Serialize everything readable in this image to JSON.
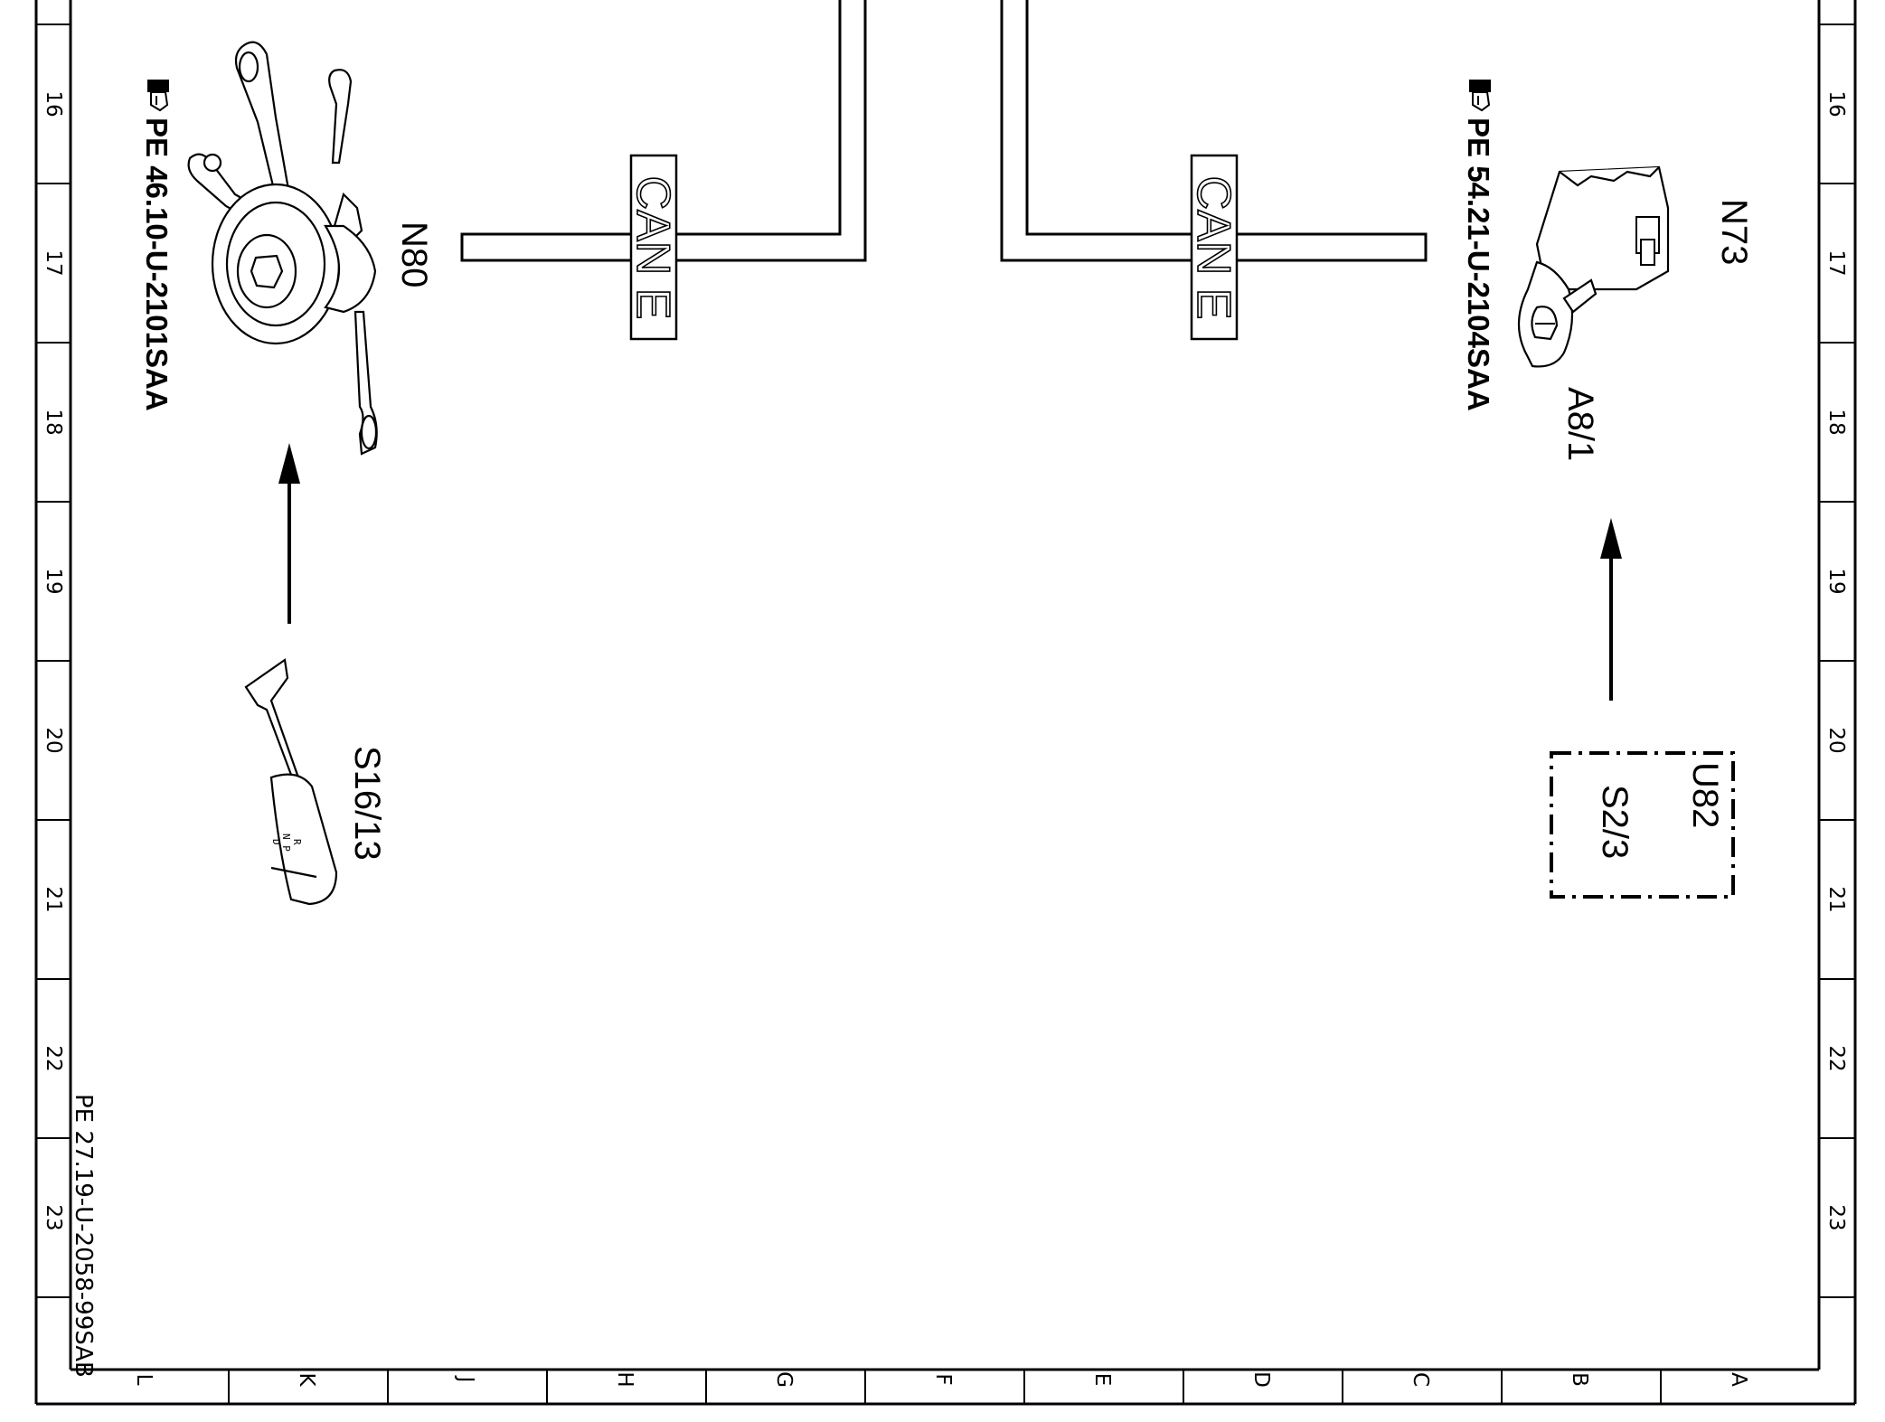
{
  "row_numbers": [
    "16",
    "17",
    "18",
    "19",
    "20",
    "21",
    "22",
    "23"
  ],
  "column_letters": [
    "L",
    "K",
    "J",
    "H",
    "G",
    "F",
    "E",
    "D",
    "C",
    "B",
    "A"
  ],
  "drawing_number": "PE 27.19-U-2058-99SAB",
  "bus_labels": [
    "CAN E",
    "CAN E"
  ],
  "components": {
    "n80": {
      "label": "N80",
      "ref": "PE 46.10-U-2101SAA",
      "icon": "steering-column-switch-icon"
    },
    "s16_13": {
      "label": "S16/13",
      "icon": "gear-selector-lever-icon",
      "lever_markings": {
        "row1": "R",
        "row2": "N P",
        "row3": "D"
      }
    },
    "n73": {
      "label": "N73",
      "ref": "PE 54.21-U-2104SAA",
      "icon": "ignition-switch-module-icon"
    },
    "a8_1": {
      "label": "A8/1",
      "icon": "transmitter-key-icon"
    },
    "u82": {
      "label": "U82"
    },
    "s2_3": {
      "label": "S2/3"
    }
  },
  "ref_icon": "pointing-hand-icon",
  "colors": {
    "line": "#000000",
    "background": "#ffffff"
  }
}
